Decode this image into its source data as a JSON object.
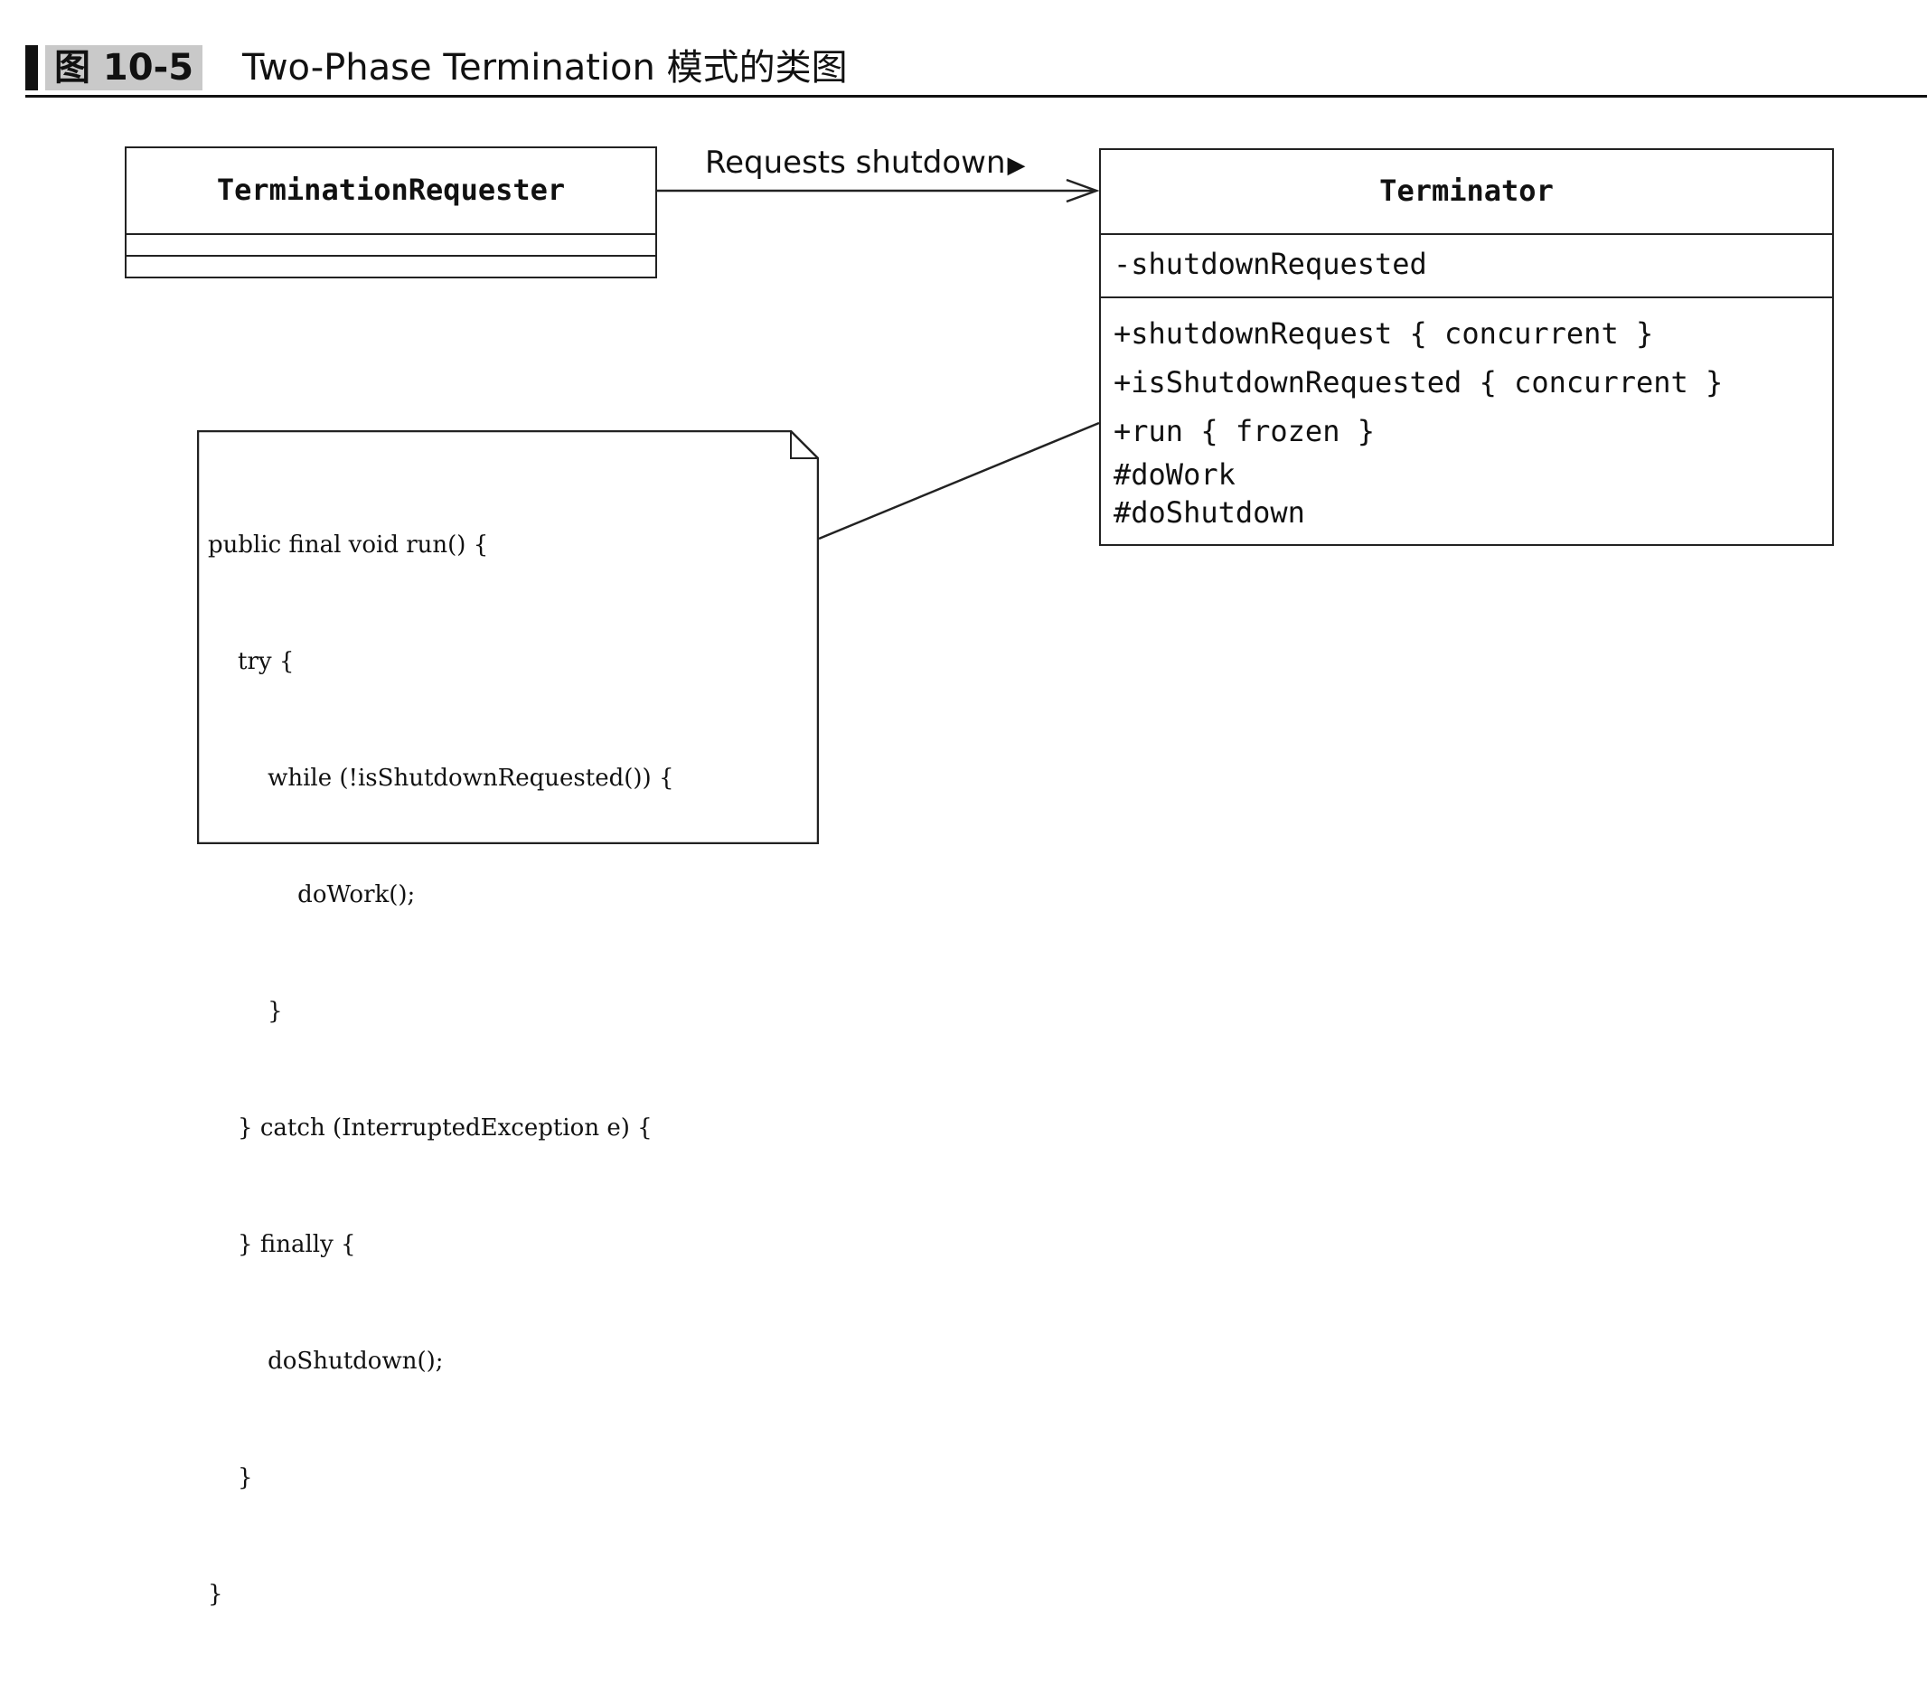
{
  "caption": {
    "label": "图 10-5",
    "title": "Two-Phase Termination 模式的类图"
  },
  "requester": {
    "name": "TerminationRequester"
  },
  "association": {
    "label": "Requests shutdown",
    "direction_marker": "▶"
  },
  "terminator": {
    "name": "Terminator",
    "fields": [
      "-shutdownRequested"
    ],
    "methods": [
      "+shutdownRequest { concurrent }",
      "+isShutdownRequested { concurrent }",
      "+run { frozen }",
      "#doWork",
      "#doShutdown"
    ]
  },
  "note": {
    "lines": [
      "public final void run() {",
      "    try {",
      "        while (!isShutdownRequested()) {",
      "            doWork();",
      "        }",
      "    } catch (InterruptedException e) {",
      "    } finally {",
      "        doShutdown();",
      "    }",
      "}"
    ]
  }
}
